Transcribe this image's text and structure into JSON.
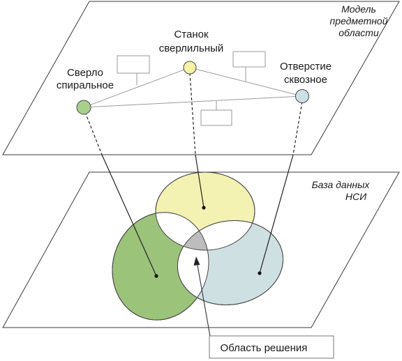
{
  "planes": {
    "top_label": [
      "Модель",
      "предметной",
      "области"
    ],
    "bottom_label": [
      "База данных",
      "НСИ"
    ]
  },
  "nodes": {
    "drill": {
      "label": [
        "Сверло",
        "спиральное"
      ],
      "color": "#a9cf8c"
    },
    "machine": {
      "label": [
        "Станок",
        "сверлильный"
      ],
      "color": "#f6f2a6"
    },
    "hole": {
      "label": [
        "Отверстие",
        "сквозное"
      ],
      "color": "#cde0e6"
    }
  },
  "sets": {
    "drill_color": "#9cc37a",
    "machine_color": "#f3f2b2",
    "hole_color": "#cfe0e3",
    "intersection_color": "#bdbdbd"
  },
  "callout": {
    "label": "Область решения"
  }
}
